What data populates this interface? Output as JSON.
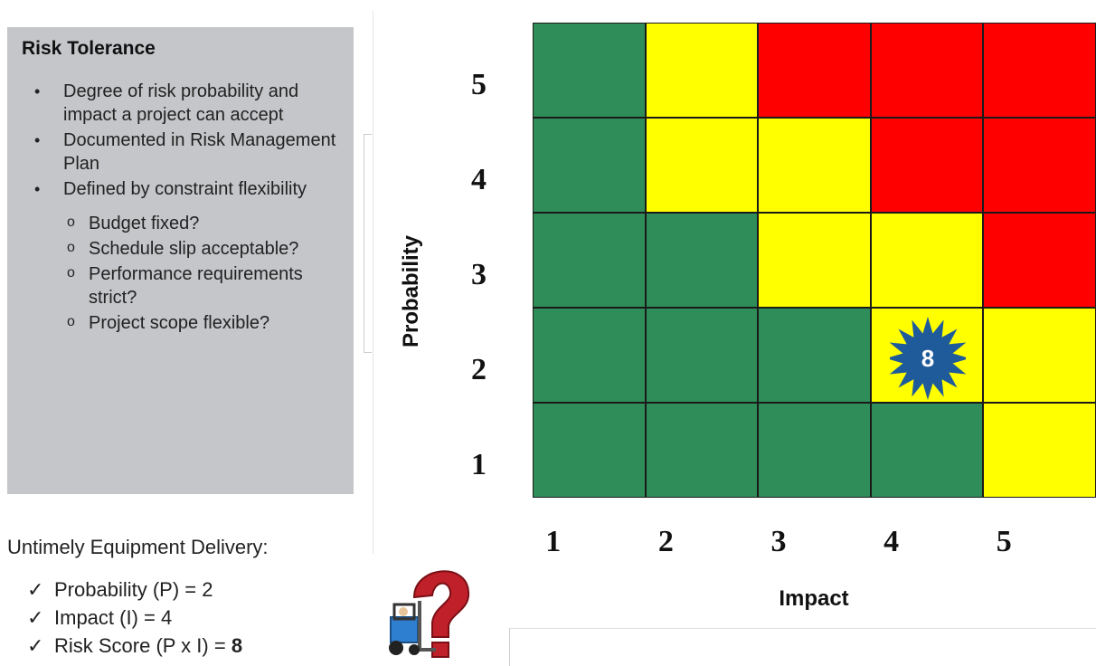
{
  "tolerance": {
    "title": "Risk Tolerance",
    "bullets": [
      "Degree of risk probability and impact a project can accept",
      "Documented in Risk Management Plan",
      "Defined by constraint flexibility"
    ],
    "sub_bullets": [
      "Budget fixed?",
      "Schedule slip acceptable?",
      "Performance requirements strict?",
      "Project scope flexible?"
    ]
  },
  "scenario": {
    "title": "Untimely Equipment Delivery:",
    "items": [
      {
        "check": "✓",
        "text": "Probability (P) = 2"
      },
      {
        "check": "✓",
        "text": "Impact (I) = 4"
      },
      {
        "check": "✓",
        "text": "Risk Score (P x I) = ",
        "bold": "8"
      }
    ]
  },
  "matrix": {
    "y_axis_label": "Probability",
    "x_axis_label": "Impact",
    "y_ticks": [
      "5",
      "4",
      "3",
      "2",
      "1"
    ],
    "x_ticks": [
      "1",
      "2",
      "3",
      "4",
      "5"
    ],
    "rows": [
      [
        "green",
        "yellow",
        "red",
        "red",
        "red"
      ],
      [
        "green",
        "yellow",
        "yellow",
        "red",
        "red"
      ],
      [
        "green",
        "green",
        "yellow",
        "yellow",
        "red"
      ],
      [
        "green",
        "green",
        "green",
        "yellow",
        "yellow"
      ],
      [
        "green",
        "green",
        "green",
        "green",
        "yellow"
      ]
    ],
    "marker": {
      "label": "8",
      "probability": 2,
      "impact": 4
    },
    "colors": {
      "green": "#2f8d5a",
      "yellow": "#ffff00",
      "red": "#ff0000",
      "marker": "#1f5a9b"
    }
  }
}
